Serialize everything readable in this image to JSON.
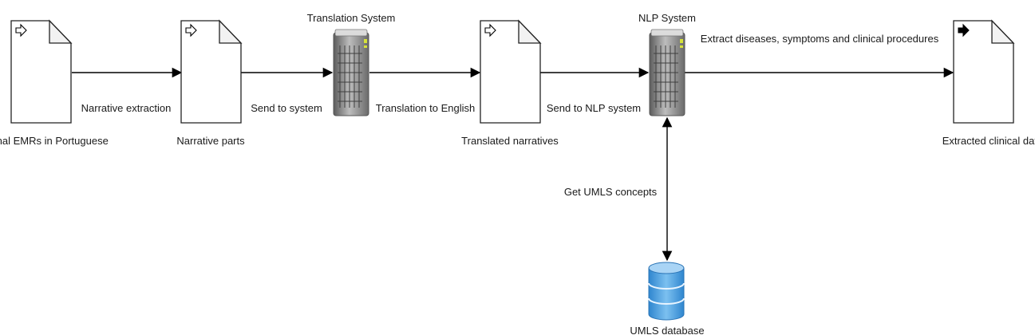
{
  "nodes": {
    "emr_doc": {
      "label": "Original EMRs in Portuguese",
      "icon": "arrow-outline-icon"
    },
    "narrative_doc": {
      "label": "Narrative parts",
      "icon": "arrow-outline-icon"
    },
    "translation_server": {
      "label": "Translation System",
      "icon": "server-icon"
    },
    "translated_doc": {
      "label": "Translated narratives",
      "icon": "arrow-outline-icon"
    },
    "nlp_server": {
      "label": "NLP System",
      "icon": "server-icon"
    },
    "output_doc": {
      "label": "Extracted clinical data",
      "icon": "arrow-filled-icon"
    },
    "umls_db": {
      "label": "UMLS database",
      "icon": "database-icon"
    }
  },
  "edges": {
    "narrative_extraction": "Narrative extraction",
    "send_to_system": "Send to system",
    "translation_to_english": "Translation to English",
    "send_to_nlp": "Send to NLP system",
    "extract_clinical": "Extract diseases, symptoms and clinical procedures",
    "get_umls": "Get UMLS concepts"
  },
  "colors": {
    "line": "#000000",
    "server_body": "#8a8a8a",
    "server_light": "#e8e8e8",
    "server_led": "#d6e23a",
    "db_fill": "#5aa6e0",
    "db_top": "#a9d4f5"
  }
}
